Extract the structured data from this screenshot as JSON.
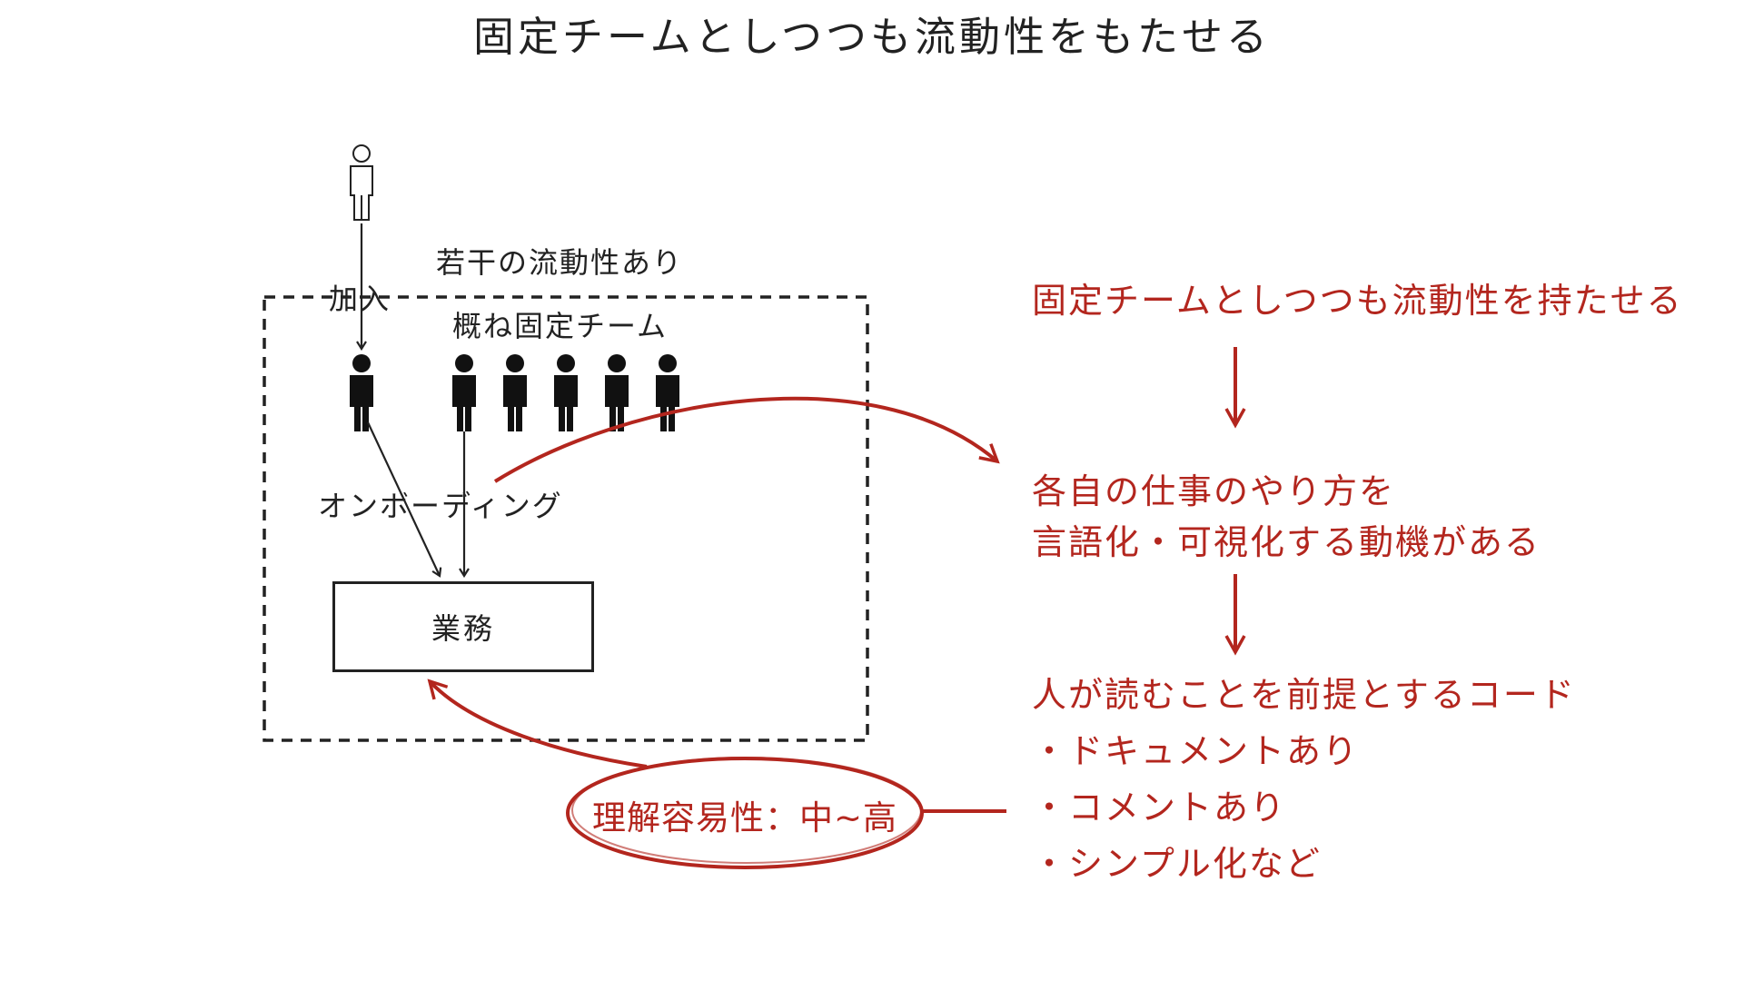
{
  "title": "固定チームとしつつも流動性をもたせる",
  "diagram": {
    "fluidity_label": "若干の流動性あり",
    "join_label": "加入",
    "team_label": "概ね固定チーム",
    "onboarding_label": "オンボーディング",
    "work_label": "業務",
    "team_member_count": 5,
    "icons": {
      "new_member": "person-outline-icon",
      "team_member": "person-filled-icon"
    }
  },
  "reasoning": {
    "step1": "固定チームとしつつも流動性を持たせる",
    "step2_line1": "各自の仕事のやり方を",
    "step2_line2": "言語化・可視化する動機がある",
    "step3": "人が読むことを前提とするコード",
    "step3_items": [
      "・ドキュメントあり",
      "・コメントあり",
      "・シンプル化など"
    ]
  },
  "evaluation": {
    "label": "理解容易性：中~高"
  },
  "colors": {
    "accent": "#b3261e",
    "ink": "#222222",
    "background": "#ffffff"
  }
}
